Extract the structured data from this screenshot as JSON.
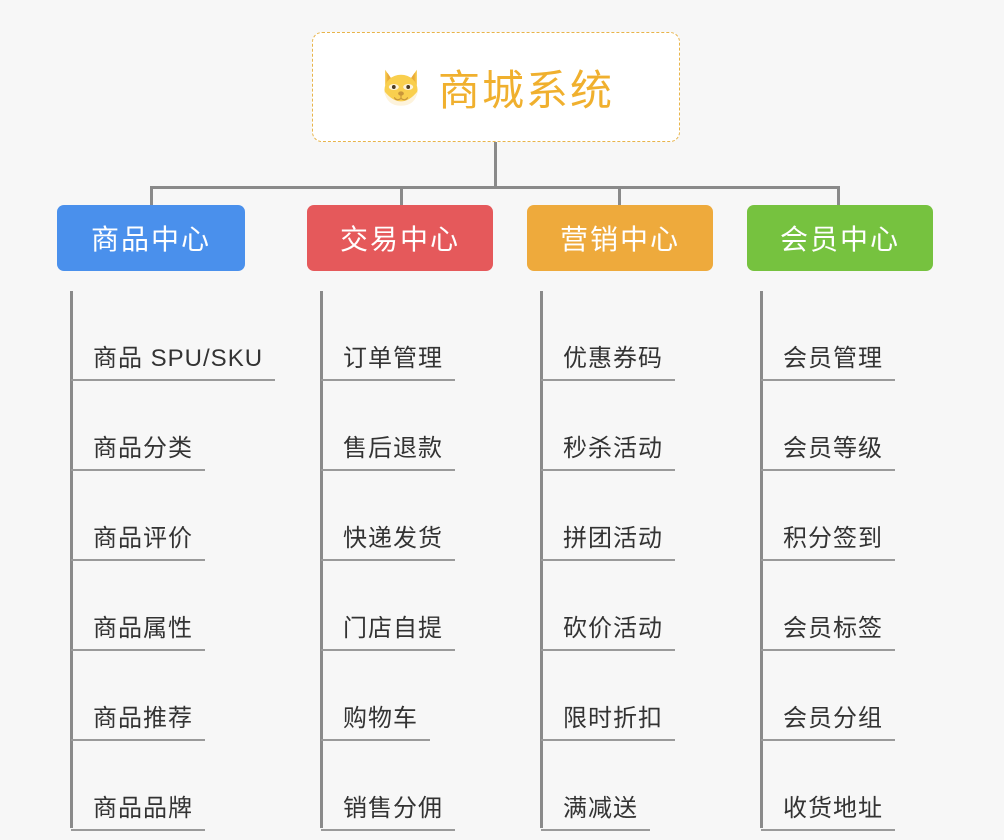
{
  "background_color": "#f7f7f7",
  "root": {
    "title": "商城系统",
    "icon": "dog-face-icon",
    "text_color": "#f0b02e",
    "border_color": "#e8b44a",
    "background": "#ffffff"
  },
  "connector_color": "#8a8a8a",
  "columns": [
    {
      "id": "product-center",
      "header": "商品中心",
      "color": "#4a90ec",
      "items": [
        "商品 SPU/SKU",
        "商品分类",
        "商品评价",
        "商品属性",
        "商品推荐",
        "商品品牌"
      ]
    },
    {
      "id": "transaction-center",
      "header": "交易中心",
      "color": "#e5595b",
      "items": [
        "订单管理",
        "售后退款",
        "快递发货",
        "门店自提",
        "购物车",
        "销售分佣"
      ]
    },
    {
      "id": "marketing-center",
      "header": "营销中心",
      "color": "#eeaa3c",
      "items": [
        "优惠券码",
        "秒杀活动",
        "拼团活动",
        "砍价活动",
        "限时折扣",
        "满减送"
      ]
    },
    {
      "id": "member-center",
      "header": "会员中心",
      "color": "#76c23f",
      "items": [
        "会员管理",
        "会员等级",
        "积分签到",
        "会员标签",
        "会员分组",
        "收货地址"
      ]
    }
  ]
}
